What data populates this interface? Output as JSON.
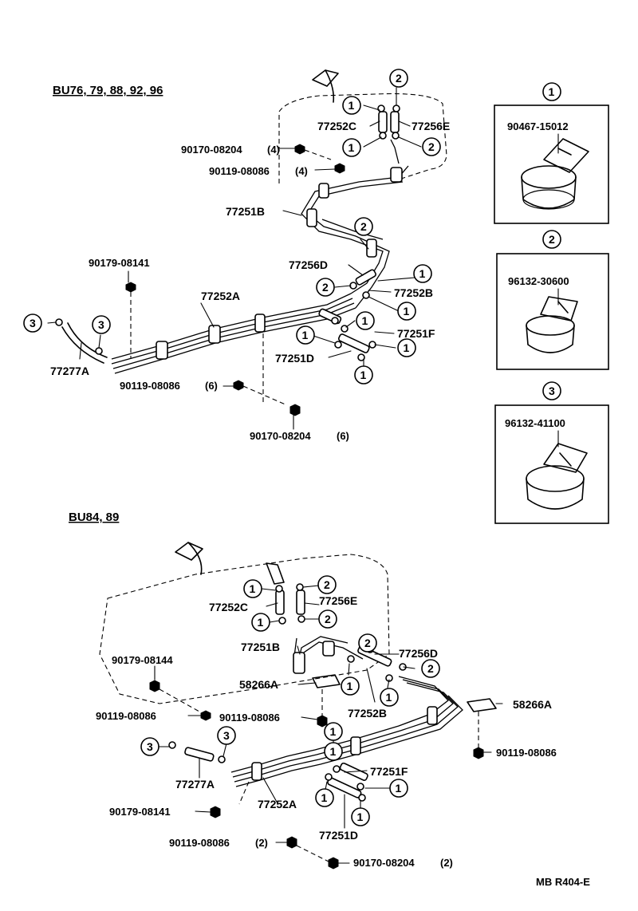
{
  "sections": {
    "top_heading": "BU76, 79, 88, 92, 96",
    "bottom_heading": "BU84, 89"
  },
  "top_labels": {
    "p90170_08204": "90170-08204",
    "q4a": "(4)",
    "p90119_08086": "90119-08086",
    "q4b": "(4)",
    "p77252C": "77252C",
    "p77256E": "77256E",
    "p77251B": "77251B",
    "p90179_08141": "90179-08141",
    "p77252A": "77252A",
    "p77256D": "77256D",
    "p77252B": "77252B",
    "p77251F": "77251F",
    "p77251D": "77251D",
    "p77277A": "77277A",
    "p90119_08086_b": "90119-08086",
    "q6a": "(6)",
    "p90170_08204_b": "90170-08204",
    "q6b": "(6)"
  },
  "bottom_labels": {
    "p77252C": "77252C",
    "p77256E": "77256E",
    "p77251B": "77251B",
    "p77256D": "77256D",
    "p90179_08144": "90179-08144",
    "p58266A_a": "58266A",
    "p58266A_b": "58266A",
    "p90119_08086_a": "90119-08086",
    "p90119_08086_b": "90119-08086",
    "p77252B": "77252B",
    "p90119_08086_c": "90119-08086",
    "p77277A": "77277A",
    "p77251F": "77251F",
    "p90179_08141": "90179-08141",
    "p77252A": "77252A",
    "p77251D": "77251D",
    "p90119_08086_d": "90119-08086",
    "q2": "(2)",
    "p90170_08204": "90170-08204",
    "q2b": "(2)"
  },
  "legend": [
    {
      "key": "1",
      "part": "90467-15012"
    },
    {
      "key": "2",
      "part": "96132-30600"
    },
    {
      "key": "3",
      "part": "96132-41100"
    }
  ],
  "footer": "MB R404-E",
  "callout_numbers": {
    "one": "1",
    "two": "2",
    "three": "3"
  }
}
